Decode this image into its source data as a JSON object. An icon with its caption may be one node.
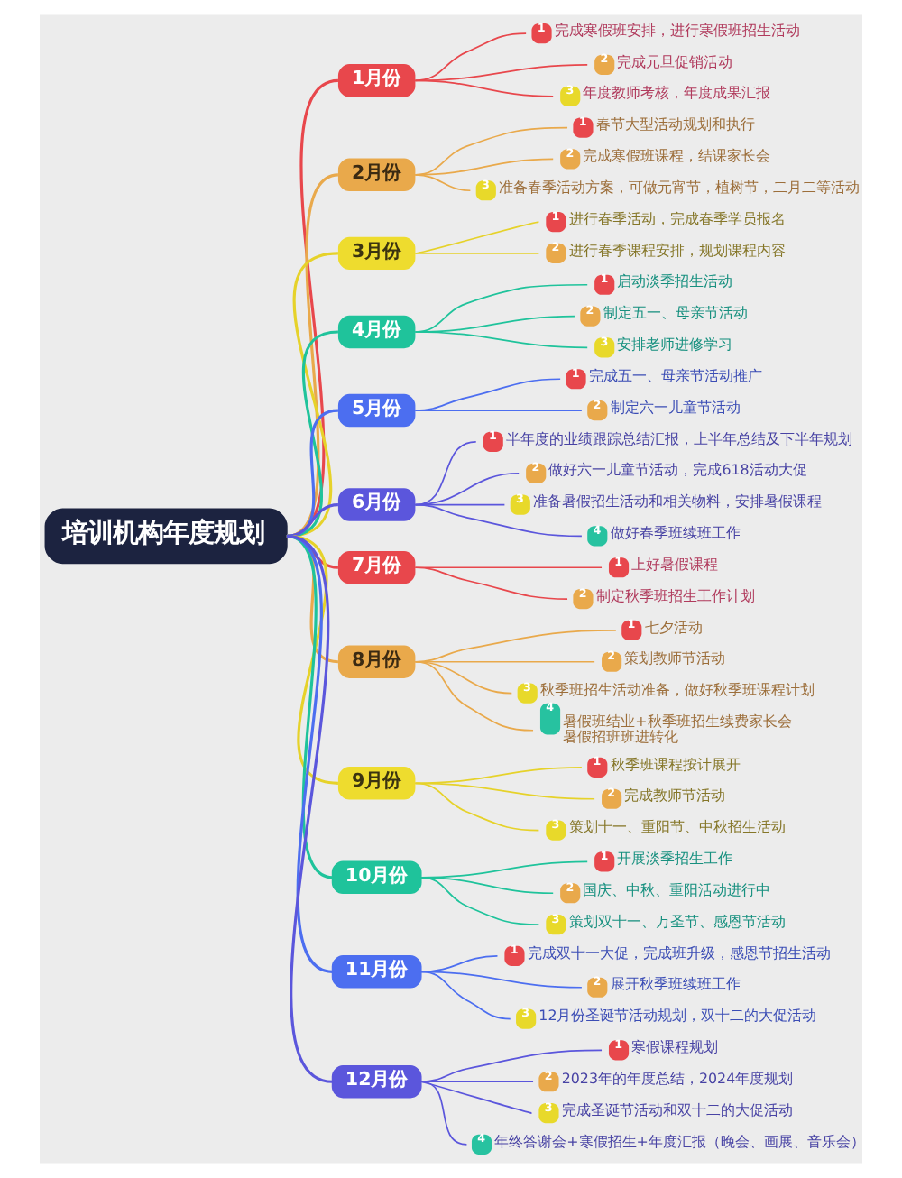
{
  "diagram": {
    "nodes": [
      {
        "text": [
          "培训机构年度规划"
        ]
      },
      {
        "text": [
          "1月份"
        ]
      },
      {
        "text": [
          "1",
          "完成寒假班安排，进行寒假班招生活动"
        ]
      },
      {
        "text": [
          "2",
          "完成元旦促销活动"
        ]
      },
      {
        "text": [
          "3",
          "年度教师考核，年度成果汇报"
        ]
      },
      {
        "text": [
          "2月份"
        ]
      },
      {
        "text": [
          "1",
          "春节大型活动规划和执行"
        ]
      },
      {
        "text": [
          "2",
          "完成寒假班课程，结课家长会"
        ]
      },
      {
        "text": [
          "3",
          "准备春季活动方案，可做元宵节，植树节，二月二等活动"
        ]
      },
      {
        "text": [
          "3月份"
        ]
      },
      {
        "text": [
          "1",
          "进行春季活动，完成春季学员报名"
        ]
      },
      {
        "text": [
          "2",
          "进行春季课程安排，规划课程内容"
        ]
      },
      {
        "text": [
          "4月份"
        ]
      },
      {
        "text": [
          "1",
          "启动淡季招生活动"
        ]
      },
      {
        "text": [
          "2",
          "制定五一、母亲节活动"
        ]
      },
      {
        "text": [
          "3",
          "安排老师进修学习"
        ]
      },
      {
        "text": [
          "5月份"
        ]
      },
      {
        "text": [
          "1",
          "完成五一、母亲节活动推广"
        ]
      },
      {
        "text": [
          "2",
          "制定六一儿童节活动"
        ]
      },
      {
        "text": [
          "6月份"
        ]
      },
      {
        "text": [
          "1",
          "半年度的业绩跟踪总结汇报，上半年总结及下半年规划"
        ]
      },
      {
        "text": [
          "2",
          "做好六一儿童节活动，完成618活动大促"
        ]
      },
      {
        "text": [
          "3",
          "准备暑假招生活动和相关物料，安排暑假课程"
        ]
      },
      {
        "text": [
          "4",
          "做好春季班续班工作"
        ]
      },
      {
        "text": [
          "7月份"
        ]
      },
      {
        "text": [
          "1",
          "上好暑假课程"
        ]
      },
      {
        "text": [
          "2",
          "制定秋季班招生工作计划"
        ]
      },
      {
        "text": [
          "8月份"
        ]
      },
      {
        "text": [
          "1",
          "七夕活动"
        ]
      },
      {
        "text": [
          "2",
          "策划教师节活动"
        ]
      },
      {
        "text": [
          "3",
          "秋季班招生活动准备，做好秋季班课程计划"
        ]
      },
      {
        "text": [
          "4",
          "暑假班结业+秋季班招生续费家长会",
          "暑假招班班进转化"
        ]
      },
      {
        "text": [
          "9月份"
        ]
      },
      {
        "text": [
          "1",
          "秋季班课程按计展开"
        ]
      },
      {
        "text": [
          "2",
          "完成教师节活动"
        ]
      },
      {
        "text": [
          "3",
          "策划十一、重阳节、中秋招生活动"
        ]
      },
      {
        "text": [
          "10月份"
        ]
      },
      {
        "text": [
          "1",
          "开展淡季招生工作"
        ]
      },
      {
        "text": [
          "2",
          "国庆、中秋、重阳活动进行中"
        ]
      },
      {
        "text": [
          "3",
          "策划双十一、万圣节、感恩节活动"
        ]
      },
      {
        "text": [
          "11月份"
        ]
      },
      {
        "text": [
          "1",
          "完成双十一大促，完成班升级，感恩节招生活动"
        ]
      },
      {
        "text": [
          "2",
          "展开秋季班续班工作"
        ]
      },
      {
        "text": [
          "3",
          "12月份圣诞节活动规划，双十二的大促活动"
        ]
      },
      {
        "text": [
          "12月份"
        ]
      },
      {
        "text": [
          "1",
          "寒假课程规划"
        ]
      },
      {
        "text": [
          "2",
          "2023年的年度总结，2024年度规划"
        ]
      },
      {
        "text": [
          "3",
          "完成圣诞节活动和双十二的大促活动"
        ]
      },
      {
        "text": [
          "4",
          "年终答谢会+寒假招生+年度汇报（晚会、画展、音乐会）"
        ]
      }
    ],
    "edges": [
      {
        "from": 0,
        "to": 1,
        "arrow": "none",
        "color": "#e8474c"
      },
      {
        "from": 1,
        "to": 2,
        "arrow": "none",
        "color": "#e8474c"
      },
      {
        "from": 1,
        "to": 3,
        "arrow": "none",
        "color": "#e8474c"
      },
      {
        "from": 1,
        "to": 4,
        "arrow": "none",
        "color": "#e8474c"
      },
      {
        "from": 0,
        "to": 5,
        "arrow": "none",
        "color": "#e9a94b"
      },
      {
        "from": 5,
        "to": 6,
        "arrow": "none",
        "color": "#e9a94b"
      },
      {
        "from": 5,
        "to": 7,
        "arrow": "none",
        "color": "#e9a94b"
      },
      {
        "from": 5,
        "to": 8,
        "arrow": "none",
        "color": "#e9a94b"
      },
      {
        "from": 0,
        "to": 9,
        "arrow": "none",
        "color": "#e6d22a"
      },
      {
        "from": 9,
        "to": 10,
        "arrow": "none",
        "color": "#e6d22a"
      },
      {
        "from": 9,
        "to": 11,
        "arrow": "none",
        "color": "#e6d22a"
      },
      {
        "from": 0,
        "to": 12,
        "arrow": "none",
        "color": "#1fc39b"
      },
      {
        "from": 12,
        "to": 13,
        "arrow": "none",
        "color": "#1fc39b"
      },
      {
        "from": 12,
        "to": 14,
        "arrow": "none",
        "color": "#1fc39b"
      },
      {
        "from": 12,
        "to": 15,
        "arrow": "none",
        "color": "#1fc39b"
      },
      {
        "from": 0,
        "to": 16,
        "arrow": "none",
        "color": "#4c6ef0"
      },
      {
        "from": 16,
        "to": 17,
        "arrow": "none",
        "color": "#4c6ef0"
      },
      {
        "from": 16,
        "to": 18,
        "arrow": "none",
        "color": "#4c6ef0"
      },
      {
        "from": 0,
        "to": 19,
        "arrow": "none",
        "color": "#5b56dc"
      },
      {
        "from": 19,
        "to": 20,
        "arrow": "none",
        "color": "#5b56dc"
      },
      {
        "from": 19,
        "to": 21,
        "arrow": "none",
        "color": "#5b56dc"
      },
      {
        "from": 19,
        "to": 22,
        "arrow": "none",
        "color": "#5b56dc"
      },
      {
        "from": 19,
        "to": 23,
        "arrow": "none",
        "color": "#5b56dc"
      },
      {
        "from": 0,
        "to": 24,
        "arrow": "none",
        "color": "#e8474c"
      },
      {
        "from": 24,
        "to": 25,
        "arrow": "none",
        "color": "#e8474c"
      },
      {
        "from": 24,
        "to": 26,
        "arrow": "none",
        "color": "#e8474c"
      },
      {
        "from": 0,
        "to": 27,
        "arrow": "none",
        "color": "#e9a94b"
      },
      {
        "from": 27,
        "to": 28,
        "arrow": "none",
        "color": "#e9a94b"
      },
      {
        "from": 27,
        "to": 29,
        "arrow": "none",
        "color": "#e9a94b"
      },
      {
        "from": 27,
        "to": 30,
        "arrow": "none",
        "color": "#e9a94b"
      },
      {
        "from": 27,
        "to": 31,
        "arrow": "none",
        "color": "#e9a94b"
      },
      {
        "from": 0,
        "to": 32,
        "arrow": "none",
        "color": "#e6d22a"
      },
      {
        "from": 32,
        "to": 33,
        "arrow": "none",
        "color": "#e6d22a"
      },
      {
        "from": 32,
        "to": 34,
        "arrow": "none",
        "color": "#e6d22a"
      },
      {
        "from": 32,
        "to": 35,
        "arrow": "none",
        "color": "#e6d22a"
      },
      {
        "from": 0,
        "to": 36,
        "arrow": "none",
        "color": "#1fc39b"
      },
      {
        "from": 36,
        "to": 37,
        "arrow": "none",
        "color": "#1fc39b"
      },
      {
        "from": 36,
        "to": 38,
        "arrow": "none",
        "color": "#1fc39b"
      },
      {
        "from": 36,
        "to": 39,
        "arrow": "none",
        "color": "#1fc39b"
      },
      {
        "from": 0,
        "to": 40,
        "arrow": "none",
        "color": "#4c6ef0"
      },
      {
        "from": 40,
        "to": 41,
        "arrow": "none",
        "color": "#4c6ef0"
      },
      {
        "from": 40,
        "to": 42,
        "arrow": "none",
        "color": "#4c6ef0"
      },
      {
        "from": 40,
        "to": 43,
        "arrow": "none",
        "color": "#4c6ef0"
      },
      {
        "from": 0,
        "to": 44,
        "arrow": "none",
        "color": "#5b56dc"
      },
      {
        "from": 44,
        "to": 45,
        "arrow": "none",
        "color": "#5b56dc"
      },
      {
        "from": 44,
        "to": 46,
        "arrow": "none",
        "color": "#5b56dc"
      },
      {
        "from": 44,
        "to": 47,
        "arrow": "none",
        "color": "#5b56dc"
      },
      {
        "from": 44,
        "to": 48,
        "arrow": "none",
        "color": "#5b56dc"
      }
    ]
  }
}
